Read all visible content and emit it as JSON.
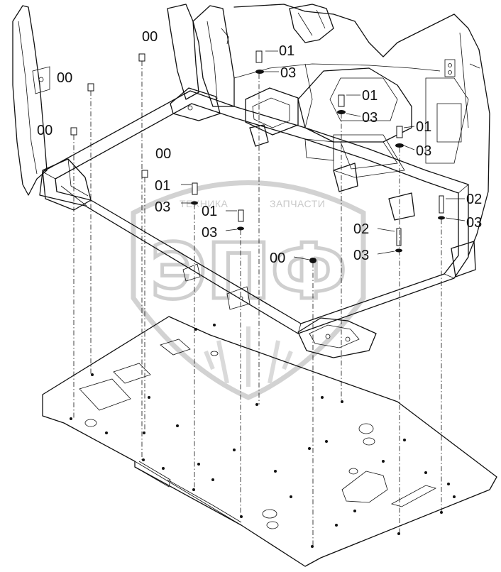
{
  "watermark": {
    "top_left": "ТЕХНИКА",
    "top_right": "ЗАПЧАСТИ",
    "emblem": "ЭПФ"
  },
  "callouts": [
    {
      "id": "c1",
      "text": "00"
    },
    {
      "id": "c2",
      "text": "00"
    },
    {
      "id": "c3",
      "text": "00"
    },
    {
      "id": "c4",
      "text": "01"
    },
    {
      "id": "c5",
      "text": "03"
    },
    {
      "id": "c6",
      "text": "01"
    },
    {
      "id": "c7",
      "text": "03"
    },
    {
      "id": "c8",
      "text": "01"
    },
    {
      "id": "c9",
      "text": "03"
    },
    {
      "id": "c10",
      "text": "00"
    },
    {
      "id": "c11",
      "text": "01"
    },
    {
      "id": "c12",
      "text": "03"
    },
    {
      "id": "c13",
      "text": "01"
    },
    {
      "id": "c14",
      "text": "03"
    },
    {
      "id": "c15",
      "text": "02"
    },
    {
      "id": "c16",
      "text": "03"
    },
    {
      "id": "c17",
      "text": "02"
    },
    {
      "id": "c18",
      "text": "00"
    },
    {
      "id": "c19",
      "text": "03"
    }
  ]
}
